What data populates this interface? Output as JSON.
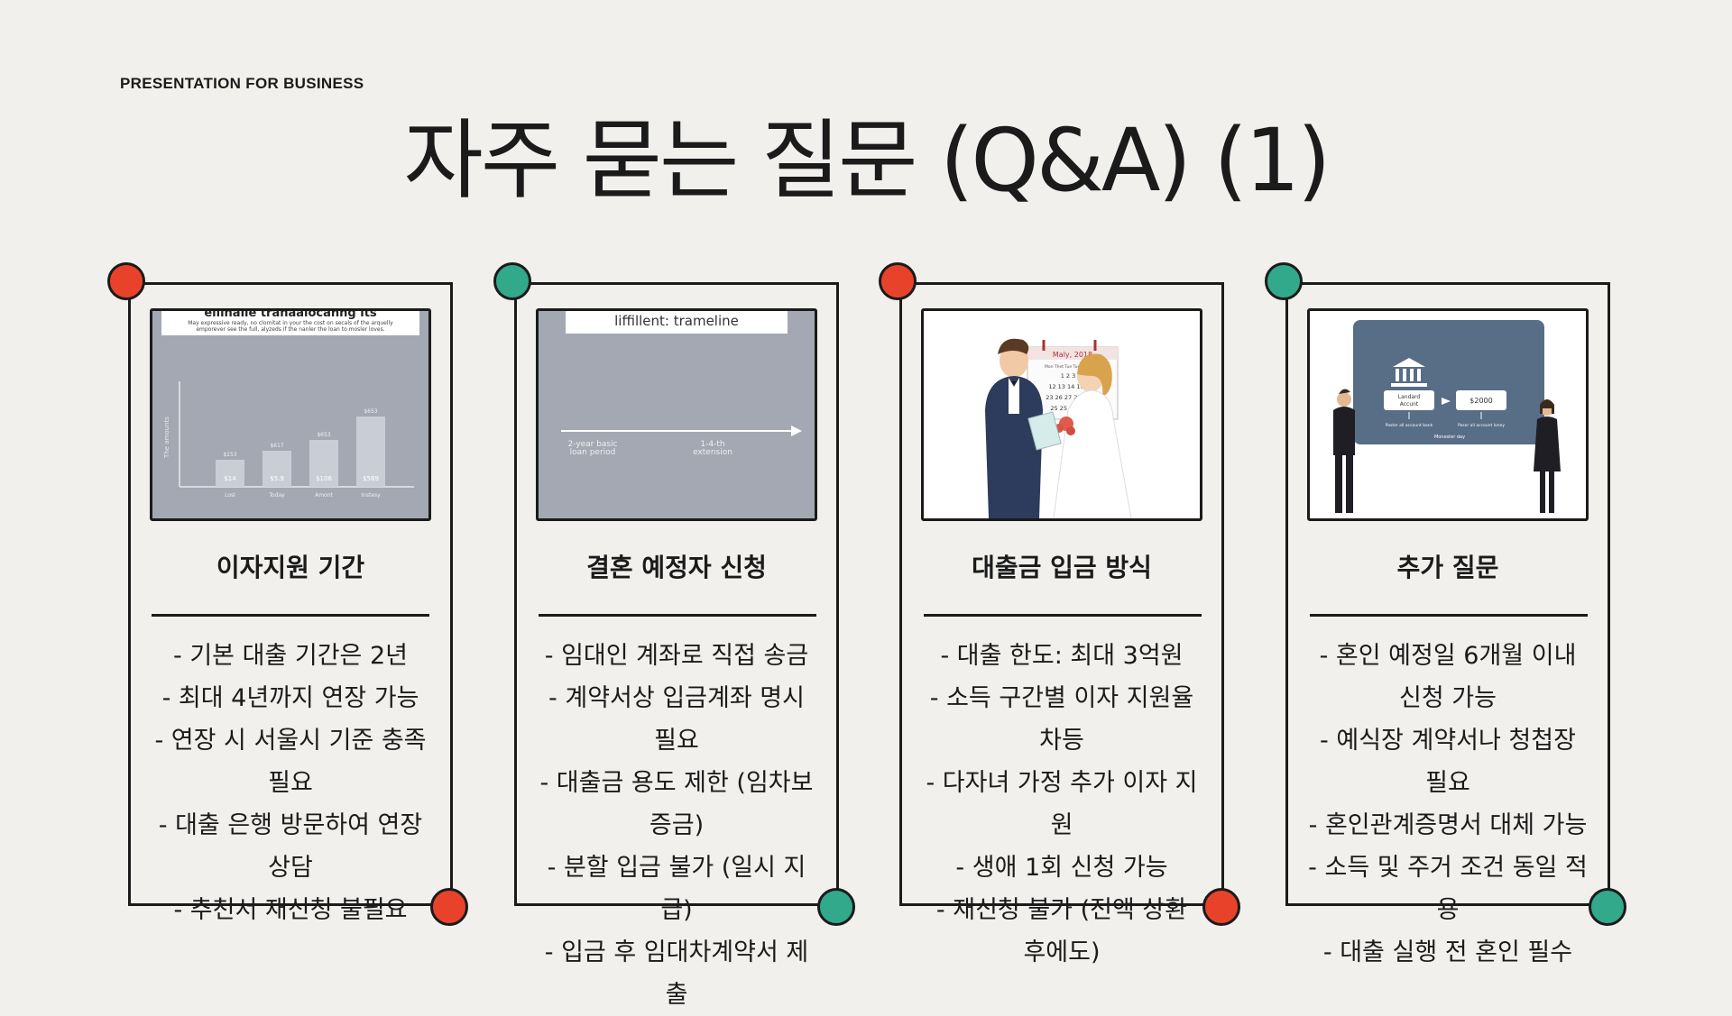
{
  "header": {
    "brand": "PRESENTATION FOR BUSINESS",
    "title": "자주 묻는 질문 (Q&A) (1)"
  },
  "colors": {
    "accent_red": "#e8432a",
    "accent_teal": "#31a98a",
    "background": "#f1f0ed",
    "ink": "#1b1b1b"
  },
  "cards": [
    {
      "title": "이자지원 기간",
      "dot_color": "red",
      "image": {
        "heading": "eliinalle tranaalocanng its",
        "caption_line1": "May expressive ready, no clomitat in your the cost on secals of the arquelly",
        "caption_line2": "emporever see the full, alyzeds if the nanler the loan to mosler loves.",
        "y_label": "The amounts",
        "bars": [
          {
            "top": "$153",
            "inside": "$14",
            "label": "Losl"
          },
          {
            "top": "$617",
            "inside": "$5.9",
            "label": "Today"
          },
          {
            "top": "$653",
            "inside": "$106",
            "label": "Amont"
          },
          {
            "top": "$653",
            "inside": "$569",
            "label": "Instesy"
          }
        ]
      },
      "bullets": [
        "- 기본 대출 기간은 2년",
        "- 최대 4년까지 연장 가능",
        "- 연장 시 서울시 기준 충족 필요",
        "- 대출 은행 방문하여 연장 상담",
        "- 추천서 재신청 불필요"
      ]
    },
    {
      "title": "결혼 예정자 신청",
      "dot_color": "teal",
      "image": {
        "heading": "liffillent: trameline",
        "left_label_1": "2-year basic",
        "left_label_2": "loan period",
        "right_label_1": "1-4-th",
        "right_label_2": "extension"
      },
      "bullets": [
        "- 임대인 계좌로 직접 송금",
        "- 계약서상 입금계좌 명시 필요",
        "- 대출금 용도 제한 (임차보증금)",
        "- 분할 입금 불가 (일시 지급)",
        "- 입금 후 임대차계약서 제출"
      ]
    },
    {
      "title": "대출금 입금 방식",
      "dot_color": "red",
      "image": {
        "calendar_month": "Maly, 2018",
        "weekdays": "Mon  Thet  Tue  Tuet  Wsoerdy",
        "rows": [
          "1  2  3",
          "12  13  14  16",
          "23  26  27  28  24",
          "25  25  28  27"
        ]
      },
      "bullets": [
        "- 대출 한도: 최대 3억원",
        "- 소득 구간별 이자 지원율 차등",
        "- 다자녀 가정 추가 이자 지원",
        "- 생애 1회 신청 가능",
        "- 재신청 불가 (전액 상환 후에도)"
      ]
    },
    {
      "title": "추가 질문",
      "dot_color": "teal",
      "image": {
        "box_left_1": "Landard",
        "box_left_2": "Accunt",
        "box_right": "$2000",
        "sub_left": "Paster all account bank",
        "sub_right": "Paser all account loney",
        "footer": "Monester day"
      },
      "bullets": [
        "- 혼인 예정일 6개월 이내 신청 가능",
        "- 예식장 계약서나 청첩장 필요",
        "- 혼인관계증명서 대체 가능",
        "- 소득 및 주거 조건 동일 적용",
        "- 대출 실행 전 혼인 필수"
      ]
    }
  ]
}
